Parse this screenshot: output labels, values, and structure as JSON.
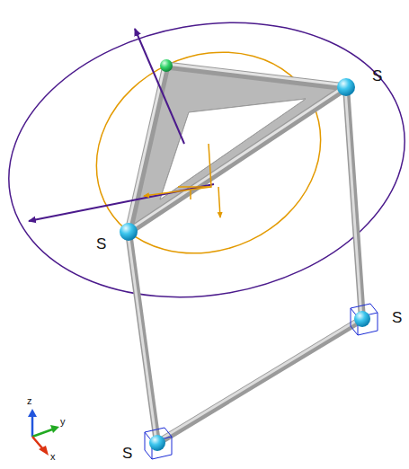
{
  "diagram": {
    "labels": [
      "S",
      "S",
      "S",
      "S",
      "z",
      "y",
      "x"
    ]
  }
}
